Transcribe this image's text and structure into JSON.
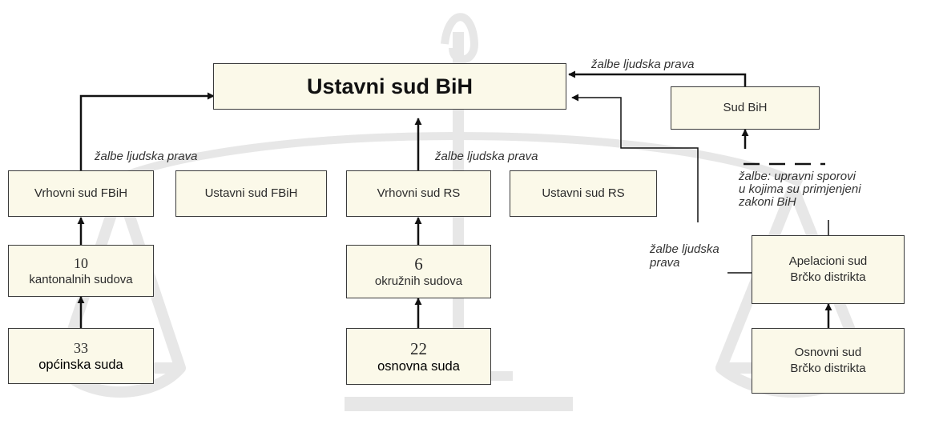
{
  "boxes": {
    "ustavni_sud_bih": "Ustavni sud BiH",
    "sud_bih": "Sud BiH",
    "vrhovni_sud_fbih": "Vrhovni sud FBiH",
    "ustavni_sud_fbih": "Ustavni sud FBiH",
    "vrhovni_sud_rs": "Vrhovni sud RS",
    "ustavni_sud_rs": "Ustavni sud  RS",
    "kantonalni": {
      "number": "10",
      "text": "kantonalnih sudova"
    },
    "okruzni": {
      "number": "6",
      "text": "okružnih sudova"
    },
    "opcinski": {
      "number": "33",
      "text": "općinska suda"
    },
    "osnovni": {
      "number": "22",
      "text": "osnovna suda"
    },
    "apelacioni": {
      "line1": "Apelacioni sud",
      "line2": "Brčko distrikta"
    },
    "osnovni_brcko": {
      "line1": "Osnovni sud",
      "line2": "Brčko distrikta"
    }
  },
  "labels": {
    "appeal_top_right": "žalbe ljudska prava",
    "appeal_fbih": "žalbe ljudska prava",
    "appeal_rs": "žalbe ljudska prava",
    "appeal_brcko_line1": "žalbe ljudska",
    "appeal_brcko_line2": "prava",
    "appeal_admin_line1": "žalbe: upravni sporovi",
    "appeal_admin_line2": "u kojima su primjenjeni",
    "appeal_admin_line3": "zakoni BiH"
  },
  "colors": {
    "box_fill": "#fbf9e9",
    "border": "#3a3a3a",
    "scale_watermark": "#e7e7e7"
  }
}
